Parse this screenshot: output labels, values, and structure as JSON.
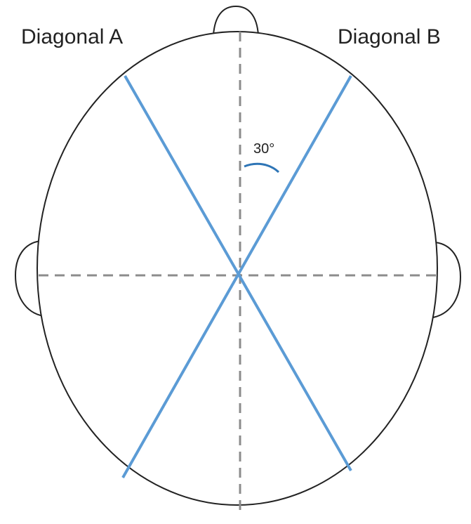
{
  "labels": {
    "diagonal_a": "Diagonal A",
    "diagonal_b": "Diagonal B",
    "angle": "30°"
  },
  "colors": {
    "outline": "#222222",
    "diagonal": "#5b9bd5",
    "midline": "#8c8c8c"
  }
}
